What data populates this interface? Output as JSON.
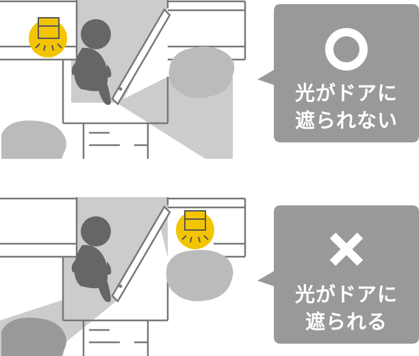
{
  "panels": [
    {
      "result": "ok",
      "symbol_icon": "circle-o-icon",
      "caption_line1": "光がドアに",
      "caption_line2": "遮られない",
      "lamp_side": "left"
    },
    {
      "result": "ng",
      "symbol_icon": "cross-x-icon",
      "caption_line1": "光がドアに",
      "caption_line2": "遮られる",
      "lamp_side": "right"
    }
  ],
  "colors": {
    "bubble": "#999999",
    "lamp": "#f2c500",
    "person": "#666666",
    "bush": "#bbbbbb",
    "lit_area": "#cccccc",
    "line": "#777777"
  }
}
